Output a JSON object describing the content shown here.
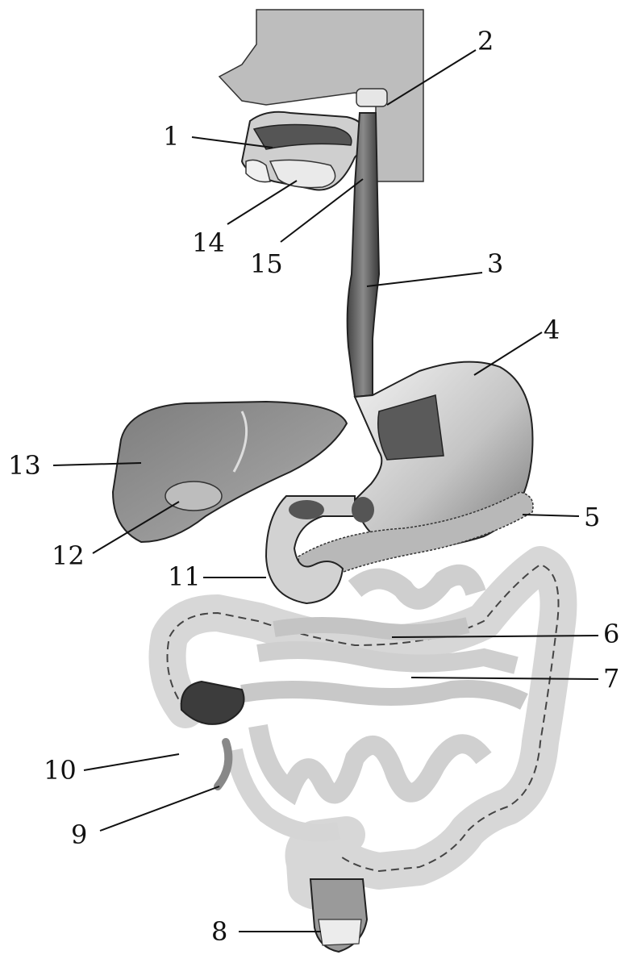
{
  "diagram": {
    "labels": [
      {
        "id": "1",
        "text": "1"
      },
      {
        "id": "2",
        "text": "2"
      },
      {
        "id": "3",
        "text": "3"
      },
      {
        "id": "4",
        "text": "4"
      },
      {
        "id": "5",
        "text": "5"
      },
      {
        "id": "6",
        "text": "6"
      },
      {
        "id": "7",
        "text": "7"
      },
      {
        "id": "8",
        "text": "8"
      },
      {
        "id": "9",
        "text": "9"
      },
      {
        "id": "10",
        "text": "10"
      },
      {
        "id": "11",
        "text": "11"
      },
      {
        "id": "12",
        "text": "12"
      },
      {
        "id": "13",
        "text": "13"
      },
      {
        "id": "14",
        "text": "14"
      },
      {
        "id": "15",
        "text": "15"
      }
    ],
    "colors": {
      "background_panel": "#bdbdbd",
      "organ_dark": "#6e6e6e",
      "organ_mid": "#a8a8a8",
      "organ_light": "#d9d9d9",
      "outline": "#222222"
    }
  }
}
